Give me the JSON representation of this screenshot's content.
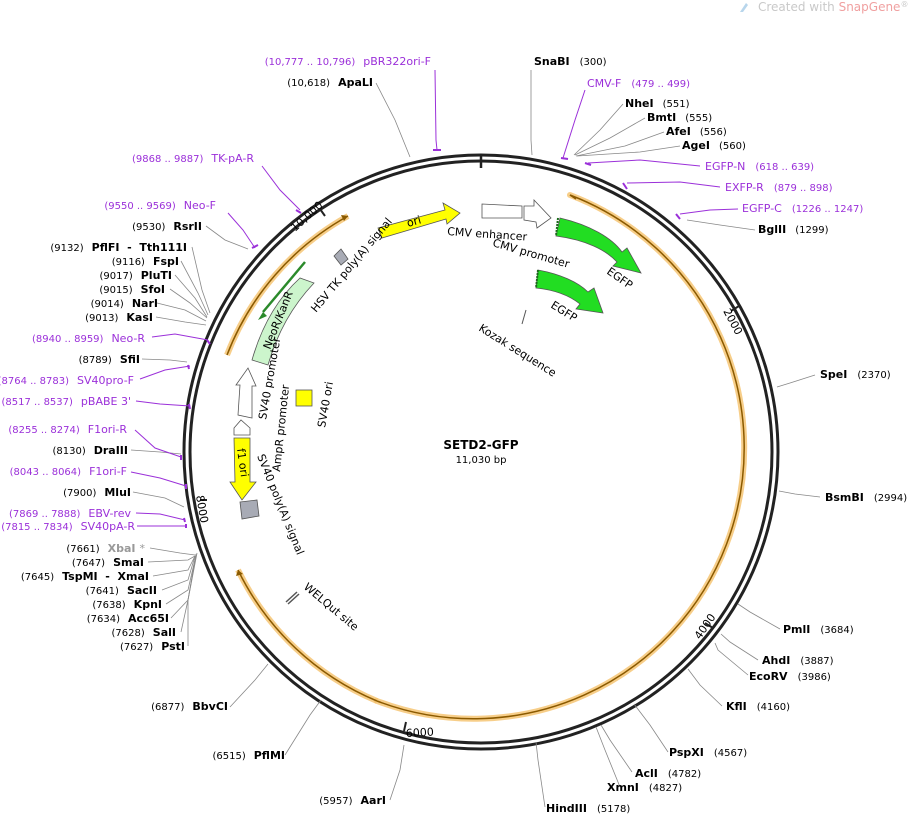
{
  "watermark": {
    "prefix": "Created with ",
    "brand": "SnapGene",
    "suffix": "®"
  },
  "plasmid": {
    "name": "SETD2-GFP",
    "length": "11,030 bp"
  },
  "ticks": [
    "2000",
    "4000",
    "6000",
    "8000",
    "10,000"
  ],
  "enzymes": {
    "snabi": {
      "name": "SnaBI",
      "pos": "(300)"
    },
    "nhei": {
      "name": "NheI",
      "pos": "(551)"
    },
    "bmti": {
      "name": "BmtI",
      "pos": "(555)"
    },
    "afei": {
      "name": "AfeI",
      "pos": "(556)"
    },
    "agei": {
      "name": "AgeI",
      "pos": "(560)"
    },
    "bglii": {
      "name": "BglII",
      "pos": "(1299)"
    },
    "spei": {
      "name": "SpeI",
      "pos": "(2370)"
    },
    "bsmbi": {
      "name": "BsmBI",
      "pos": "(2994)"
    },
    "pmli": {
      "name": "PmlI",
      "pos": "(3684)"
    },
    "ahdi": {
      "name": "AhdI",
      "pos": "(3887)"
    },
    "ecorv": {
      "name": "EcoRV",
      "pos": "(3986)"
    },
    "kfli": {
      "name": "KflI",
      "pos": "(4160)"
    },
    "pspxi": {
      "name": "PspXI",
      "pos": "(4567)"
    },
    "acli": {
      "name": "AclI",
      "pos": "(4782)"
    },
    "xmni": {
      "name": "XmnI",
      "pos": "(4827)"
    },
    "hindiii": {
      "name": "HindIII",
      "pos": "(5178)"
    },
    "aari": {
      "name": "AarI",
      "pos": "(5957)"
    },
    "pflmi": {
      "name": "PflMI",
      "pos": "(6515)"
    },
    "bbvci": {
      "name": "BbvCI",
      "pos": "(6877)"
    },
    "psti": {
      "name": "PstI",
      "pos": "(7627)"
    },
    "sali": {
      "name": "SalI",
      "pos": "(7628)"
    },
    "acc65i": {
      "name": "Acc65I",
      "pos": "(7634)"
    },
    "kpni": {
      "name": "KpnI",
      "pos": "(7638)"
    },
    "sacii": {
      "name": "SacII",
      "pos": "(7641)"
    },
    "tspmi": {
      "name": "TspMI  -  XmaI",
      "pos": "(7645)"
    },
    "smai": {
      "name": "SmaI",
      "pos": "(7647)"
    },
    "xbai": {
      "name": "XbaI",
      "pos": "(7661)",
      "flag": "*"
    },
    "mlui": {
      "name": "MluI",
      "pos": "(7900)"
    },
    "draiii": {
      "name": "DraIII",
      "pos": "(8130)"
    },
    "sfii": {
      "name": "SfiI",
      "pos": "(8789)"
    },
    "kasi": {
      "name": "KasI",
      "pos": "(9013)"
    },
    "nari": {
      "name": "NarI",
      "pos": "(9014)"
    },
    "sfoi": {
      "name": "SfoI",
      "pos": "(9015)"
    },
    "pluti": {
      "name": "PluTI",
      "pos": "(9017)"
    },
    "fspi": {
      "name": "FspI",
      "pos": "(9116)"
    },
    "pflfi": {
      "name": "PflFI  -  Tth111I",
      "pos": "(9132)"
    },
    "rsrii": {
      "name": "RsrII",
      "pos": "(9530)"
    },
    "apali": {
      "name": "ApaLI",
      "pos": "(10,618)"
    }
  },
  "primers": {
    "pbr322": {
      "name": "pBR322ori-F",
      "range": "(10,777 .. 10,796)"
    },
    "cmvf": {
      "name": "CMV-F",
      "range": "(479 .. 499)"
    },
    "egfpn": {
      "name": "EGFP-N",
      "range": "(618 .. 639)"
    },
    "exfpr": {
      "name": "EXFP-R",
      "range": "(879 .. 898)"
    },
    "egfpc": {
      "name": "EGFP-C",
      "range": "(1226 .. 1247)"
    },
    "tkpa": {
      "name": "TK-pA-R",
      "range": "(9868 .. 9887)"
    },
    "neof": {
      "name": "Neo-F",
      "range": "(9550 .. 9569)"
    },
    "neor": {
      "name": "Neo-R",
      "range": "(8940 .. 8959)"
    },
    "sv40prof": {
      "name": "SV40pro-F",
      "range": "(8764 .. 8783)"
    },
    "pbabe3": {
      "name": "pBABE 3'",
      "range": "(8517 .. 8537)"
    },
    "f1orir": {
      "name": "F1ori-R",
      "range": "(8255 .. 8274)"
    },
    "f1orif": {
      "name": "F1ori-F",
      "range": "(8043 .. 8064)"
    },
    "ebvrev": {
      "name": "EBV-rev",
      "range": "(7869 .. 7888)"
    },
    "sv40par": {
      "name": "SV40pA-R",
      "range": "(7815 .. 7834)"
    }
  },
  "features": {
    "ori": "ori",
    "cmv_enhancer": "CMV enhancer",
    "cmv_promoter": "CMV promoter",
    "egfp1": "EGFP",
    "egfp2": "EGFP",
    "kozak": "Kozak sequence",
    "hsv_tk": "HSV TK poly(A) signal",
    "neokan": "NeoR/KanR",
    "sv40_promoter": "SV40 promoter",
    "sv40_ori": "SV40 ori",
    "ampr_promoter": "AmpR promoter",
    "f1ori": "f1 ori",
    "sv40_polya": "SV40 poly(A) signal",
    "welqut": "WELQut site"
  },
  "colors": {
    "backbone": "#222222",
    "primer": "#9b30d9",
    "ori": "#ffff00",
    "egfp": "#22dd22",
    "neo": "#ccf5cc",
    "orf_arc": "#f5c26b",
    "orf_line": "#8b5a00",
    "gray_feature": "#a8abb5"
  }
}
